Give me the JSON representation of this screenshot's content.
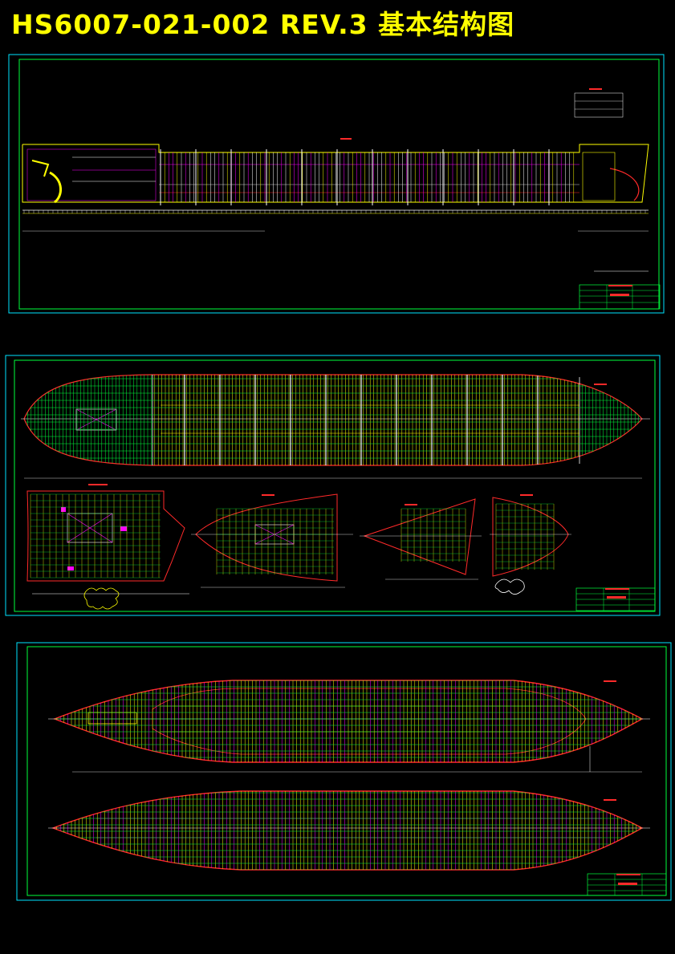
{
  "title": "HS6007-021-002 REV.3 基本结构图",
  "colors": {
    "title": "#ffff00",
    "frame": "#00e5ff",
    "border": "#00ff3c",
    "yellow": "#ffff00",
    "red": "#ff2a2a",
    "magenta": "#ff00ff",
    "green": "#00ff3c",
    "white": "#ffffff",
    "cyan": "#00ffff"
  },
  "sheets": [
    {
      "id": 1,
      "content": "profile-view"
    },
    {
      "id": 2,
      "content": "deck-plan-and-sections"
    },
    {
      "id": 3,
      "content": "bottom-and-double-bottom-plans"
    }
  ]
}
